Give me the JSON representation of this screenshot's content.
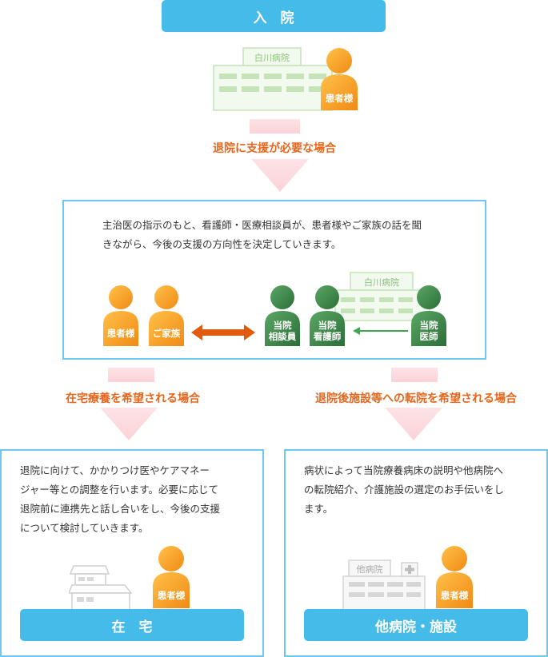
{
  "top": {
    "title": "入　院",
    "hospital_name": "白川病院",
    "patient": "患者様"
  },
  "condition_1": "退院に支援が必要な場合",
  "middle": {
    "text_lines": [
      "主治医の指示のもと、看護師・医療相談員が、患者様やご家族の話を聞",
      "きながら、今後の支援の方向性を決定していきます。"
    ],
    "hospital_name": "白川病院",
    "people": {
      "patient": "患者様",
      "family": "ご家族",
      "counselor": [
        "当院",
        "相談員"
      ],
      "nurse": [
        "当院",
        "看護師"
      ],
      "doctor": [
        "当院",
        "医師"
      ]
    }
  },
  "branch_left": {
    "condition": "在宅療養を希望される場合",
    "text_lines": [
      "退院に向けて、かかりつけ医やケアマネー",
      "ジャー等との調整を行います。必要に応じて",
      "退院前に連携先と話し合いをし、今後の支援",
      "について検討していきます。"
    ],
    "patient": "患者様",
    "result": "在　宅"
  },
  "branch_right": {
    "condition": "退院後施設等への転院を希望される場合",
    "text_lines": [
      "病状によって当院療養病床の説明や他病院へ",
      "の転院紹介、介護施設の選定のお手伝いをし",
      "ます。"
    ],
    "building_name": "他病院",
    "patient": "患者様",
    "result": "他病院・施設"
  },
  "colors": {
    "blue": "#44bbe8",
    "box_border": "#6ec7ee",
    "orange_person": "#f5a12a",
    "green_person": "#3f8a4a",
    "orange_text": "#e5661c",
    "arrow_pink": "#fadadd"
  }
}
